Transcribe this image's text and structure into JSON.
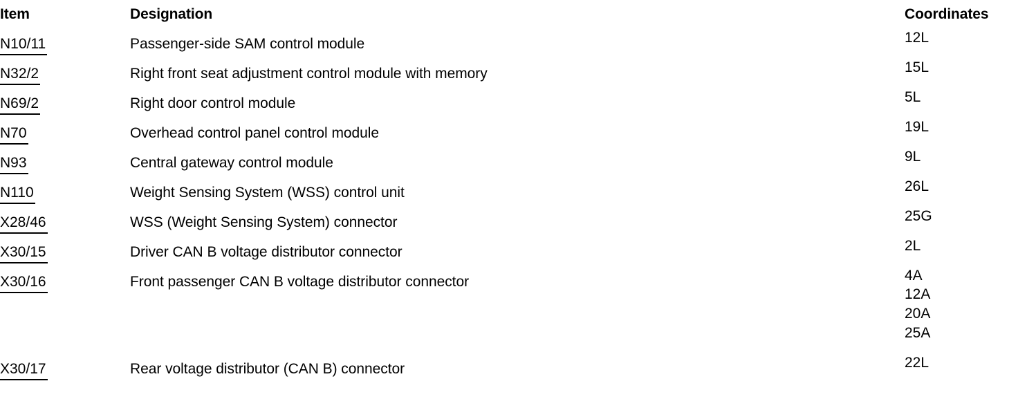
{
  "document": {
    "type": "wiring-diagram-component-legend",
    "background_color": "#ffffff",
    "text_color": "#000000"
  },
  "table": {
    "columns": [
      {
        "key": "item",
        "label": "Item"
      },
      {
        "key": "designation",
        "label": "Designation"
      },
      {
        "key": "coordinates",
        "label": "Coordinates"
      }
    ],
    "rows": [
      {
        "item": "N10/11",
        "designation": "Passenger-side SAM control module",
        "coordinates": [
          "12L"
        ]
      },
      {
        "item": "N32/2",
        "designation": "Right front seat adjustment control module with memory",
        "coordinates": [
          "15L"
        ]
      },
      {
        "item": "N69/2",
        "designation": "Right door control module",
        "coordinates": [
          "5L"
        ]
      },
      {
        "item": "N70",
        "designation": "Overhead control panel control module",
        "coordinates": [
          "19L"
        ]
      },
      {
        "item": "N93",
        "designation": "Central gateway control module",
        "coordinates": [
          "9L"
        ]
      },
      {
        "item": "N110",
        "designation": "Weight Sensing System (WSS) control unit",
        "coordinates": [
          "26L"
        ]
      },
      {
        "item": "X28/46",
        "designation": "WSS (Weight Sensing System) connector",
        "coordinates": [
          "25G"
        ]
      },
      {
        "item": "X30/15",
        "designation": "Driver CAN B voltage distributor connector",
        "coordinates": [
          "2L"
        ]
      },
      {
        "item": "X30/16",
        "designation": "Front passenger CAN B voltage distributor connector",
        "coordinates": [
          "4A",
          "12A",
          "20A",
          "25A"
        ]
      },
      {
        "item": "X30/17",
        "designation": "Rear voltage distributor (CAN B) connector",
        "coordinates": [
          "22L"
        ]
      }
    ]
  }
}
